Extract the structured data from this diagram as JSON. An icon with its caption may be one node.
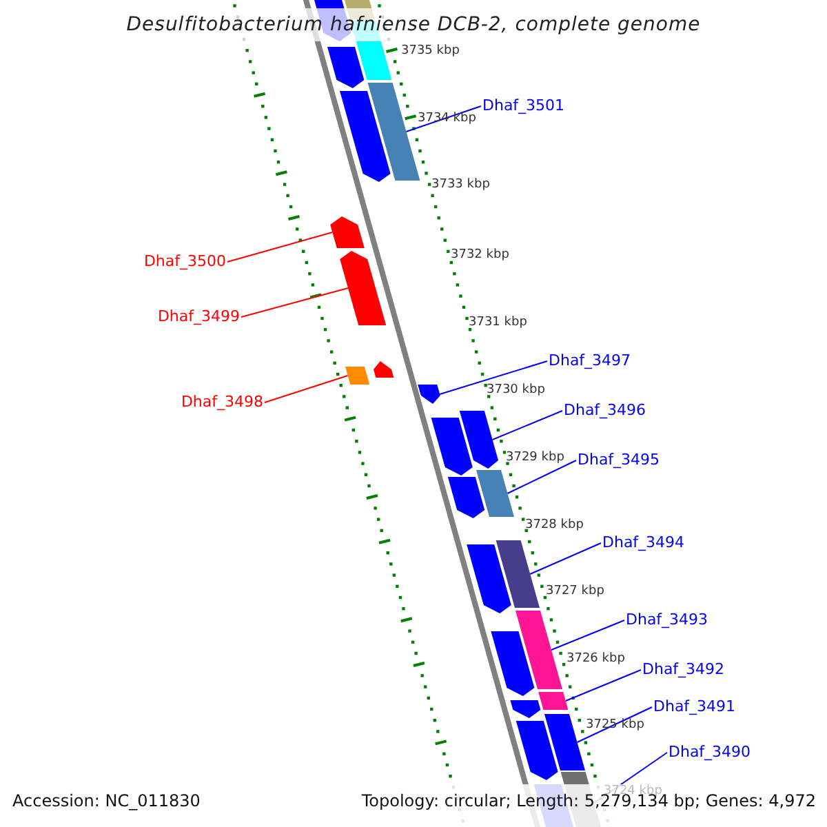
{
  "diagram": {
    "title": "Desulfitobacterium hafniense DCB-2, complete genome",
    "nodes": [
      {
        "text": [
          "Dhaf_3501"
        ]
      },
      {
        "text": [
          "Dhaf_3500"
        ]
      },
      {
        "text": [
          "Dhaf_3499"
        ]
      },
      {
        "text": [
          "Dhaf_3497"
        ]
      },
      {
        "text": [
          "Dhaf_3498"
        ]
      },
      {
        "text": [
          "Dhaf_3496"
        ]
      },
      {
        "text": [
          "Dhaf_3495"
        ]
      },
      {
        "text": [
          "Dhaf_3494"
        ]
      },
      {
        "text": [
          "Dhaf_3493"
        ]
      },
      {
        "text": [
          "Dhaf_3492"
        ]
      },
      {
        "text": [
          "Dhaf_3491"
        ]
      },
      {
        "text": [
          "Dhaf_3490"
        ]
      },
      {
        "text": [],
        "shape": "box"
      },
      {
        "text": [],
        "shape": "arrow"
      },
      {
        "text": [],
        "shape": "box"
      },
      {
        "text": [],
        "shape": "arrow"
      },
      {
        "text": [],
        "shape": "box"
      },
      {
        "text": [],
        "shape": "arrow"
      },
      {
        "text": [],
        "shape": "arrow"
      },
      {
        "text": [],
        "shape": "arrow"
      },
      {
        "text": [],
        "shape": "arrow"
      },
      {
        "text": [],
        "shape": "box"
      },
      {
        "text": [],
        "shape": "arrow"
      },
      {
        "text": [],
        "shape": "arrow"
      },
      {
        "text": [],
        "shape": "arrow"
      },
      {
        "text": [],
        "shape": "box"
      },
      {
        "text": [],
        "shape": "arrow"
      },
      {
        "text": [],
        "shape": "box"
      },
      {
        "text": [],
        "shape": "arrow"
      },
      {
        "text": [],
        "shape": "box"
      },
      {
        "text": [],
        "shape": "arrow"
      },
      {
        "text": [],
        "shape": "box"
      },
      {
        "text": [],
        "shape": "arrow"
      },
      {
        "text": [],
        "shape": "box"
      },
      {
        "text": [],
        "shape": "arrow"
      },
      {
        "text": [],
        "shape": "box"
      },
      {
        "text": [],
        "shape": "arrow"
      }
    ],
    "edges": [
      {
        "from": 0,
        "to": 16,
        "arrow": "none"
      },
      {
        "from": 1,
        "to": 18,
        "arrow": "none",
        "color": "#ff0000"
      },
      {
        "from": 2,
        "to": 19,
        "arrow": "none",
        "color": "#ff0000"
      },
      {
        "from": 3,
        "to": 22,
        "arrow": "none"
      },
      {
        "from": 4,
        "to": 21,
        "arrow": "none",
        "color": "#ff0000"
      },
      {
        "from": 5,
        "to": 23,
        "arrow": "none"
      },
      {
        "from": 6,
        "to": 25,
        "arrow": "none"
      },
      {
        "from": 7,
        "to": 27,
        "arrow": "none"
      },
      {
        "from": 8,
        "to": 29,
        "arrow": "none"
      },
      {
        "from": 9,
        "to": 31,
        "arrow": "none"
      },
      {
        "from": 10,
        "to": 33,
        "arrow": "none"
      },
      {
        "from": 11,
        "to": 35,
        "arrow": "none"
      }
    ],
    "labels": [
      "3735 kbp",
      "3734 kbp",
      "3733 kbp",
      "3732 kbp",
      "3731 kbp",
      "3730 kbp",
      "3729 kbp",
      "3728 kbp",
      "3727 kbp",
      "3726 kbp",
      "3725 kbp",
      "3724 kbp",
      "Accession: NC_011830",
      "Topology: circular; Length: 5,279,134 bp; Genes: 4,972"
    ]
  }
}
